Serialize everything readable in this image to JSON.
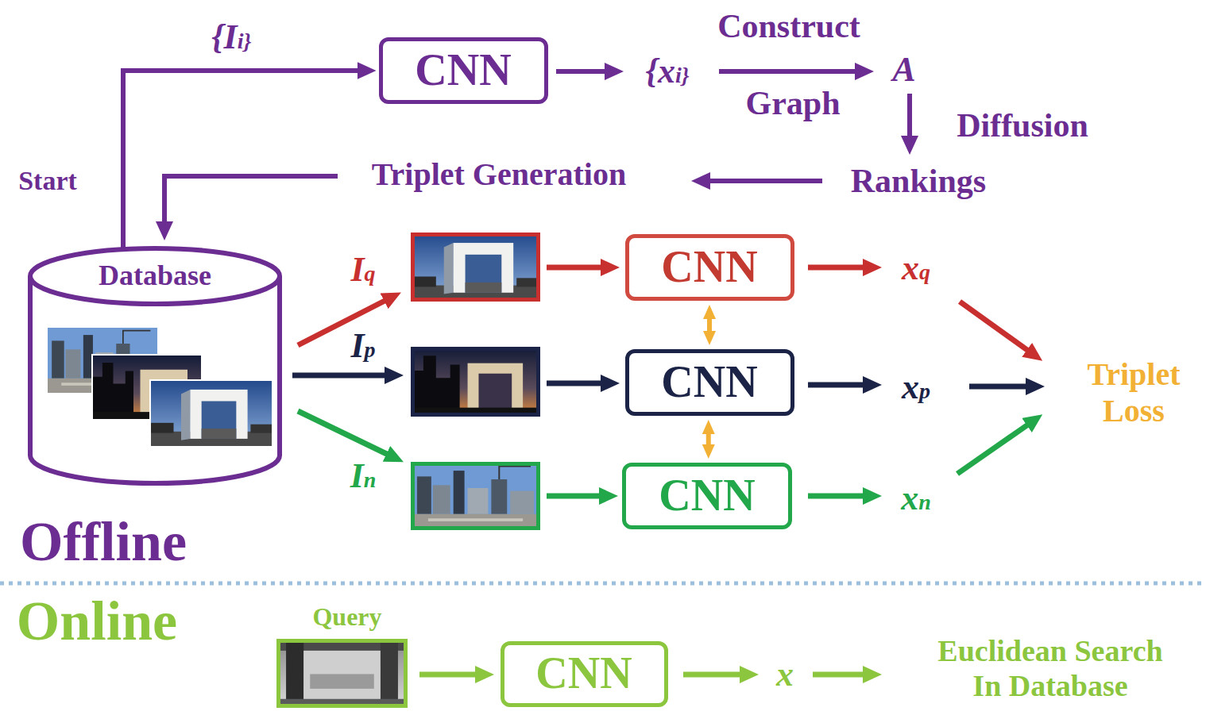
{
  "diagram": {
    "nodes": [
      {
        "text": [
          "CNN"
        ]
      },
      {
        "text": [
          "Database"
        ]
      },
      {
        "text": [
          "CNN"
        ]
      },
      {
        "text": [
          "CNN"
        ]
      },
      {
        "text": [
          "CNN"
        ]
      },
      {
        "text": [
          "CNN"
        ]
      }
    ],
    "edges": [
      {
        "from": 1,
        "to": 0,
        "arrow": "to",
        "label": "{Ii}"
      },
      {
        "from": 2,
        "to": 3,
        "arrow": "both"
      },
      {
        "from": 3,
        "to": 4,
        "arrow": "both"
      }
    ],
    "labels": [
      "Construct",
      "Graph",
      "{xi}",
      "A",
      "Diffusion",
      "Rankings",
      "Triplet Generation",
      "Start",
      "Iq",
      "Ip",
      "In",
      "xq",
      "xp",
      "xn",
      "Triplet Loss",
      "Offline",
      "Online",
      "Query",
      "x",
      "Euclidean Search In Database"
    ]
  }
}
